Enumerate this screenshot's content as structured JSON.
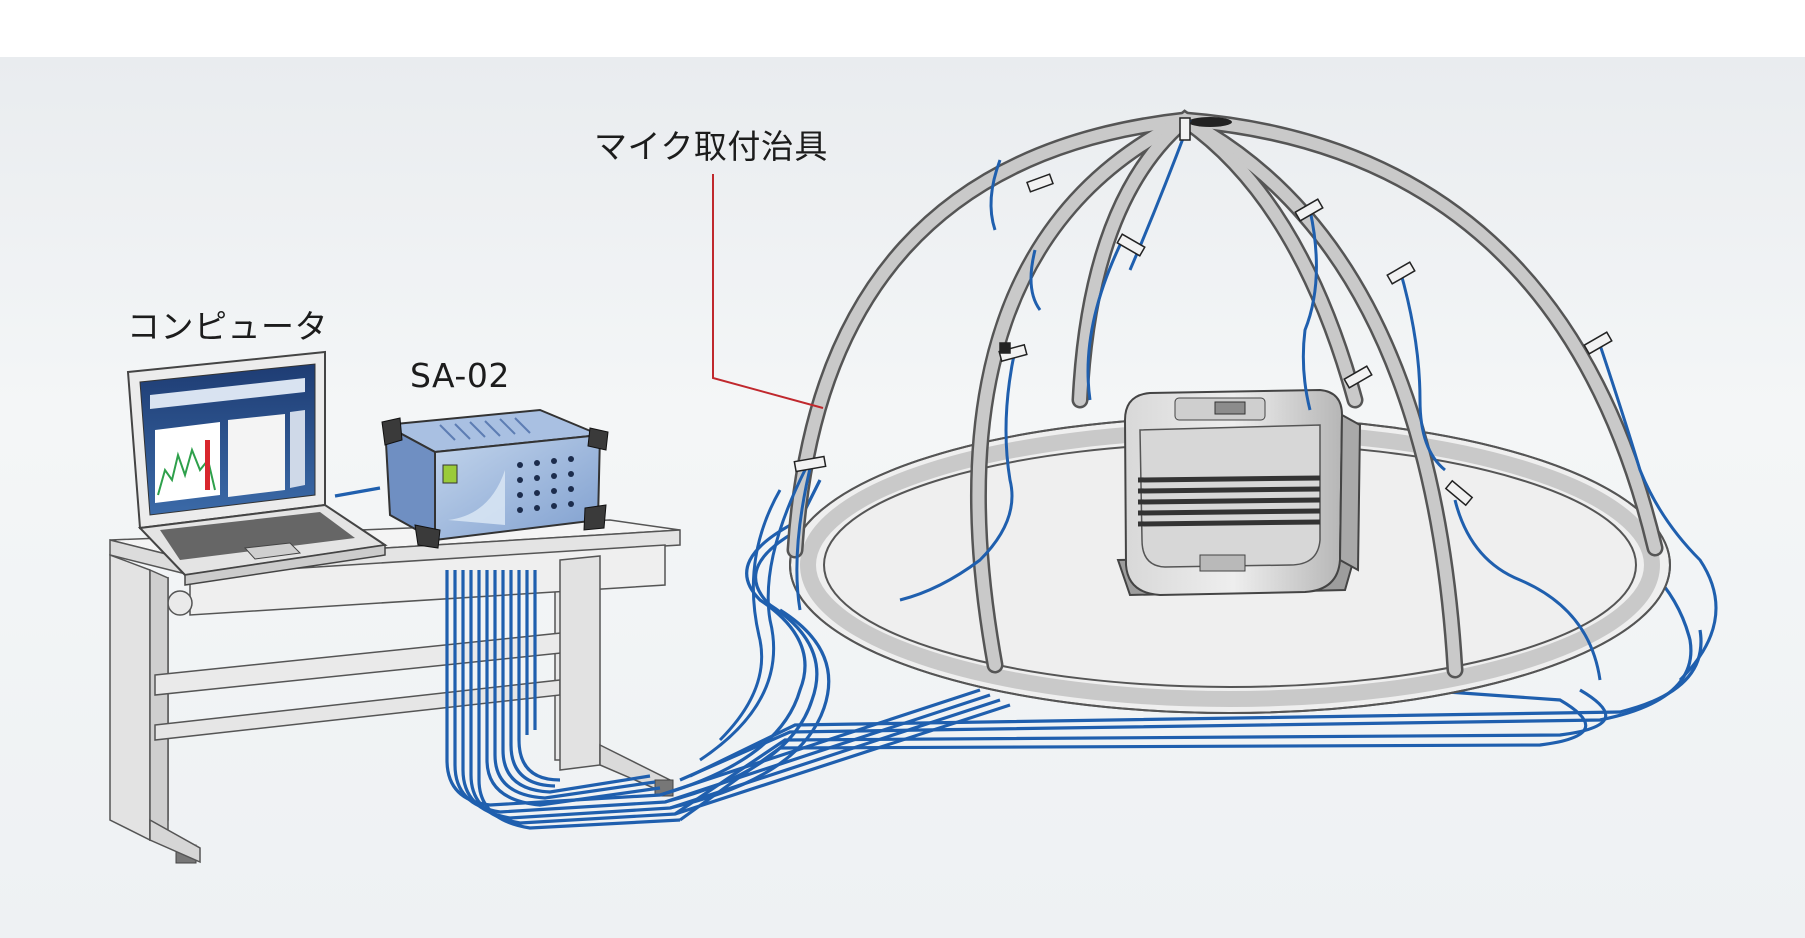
{
  "labels": {
    "computer": "コンピュータ",
    "analyzer": "SA-02",
    "mic_jig": "マイク取付治具"
  },
  "colors": {
    "cable": "#1f5fae",
    "jig": "#c9c9c9",
    "leader_line": "#c0282d",
    "background_top": "#e9ecef"
  },
  "icons": [
    "laptop-icon",
    "analyzer-unit-icon",
    "desk-icon",
    "dome-jig-icon",
    "heater-icon",
    "microphone-icon"
  ]
}
